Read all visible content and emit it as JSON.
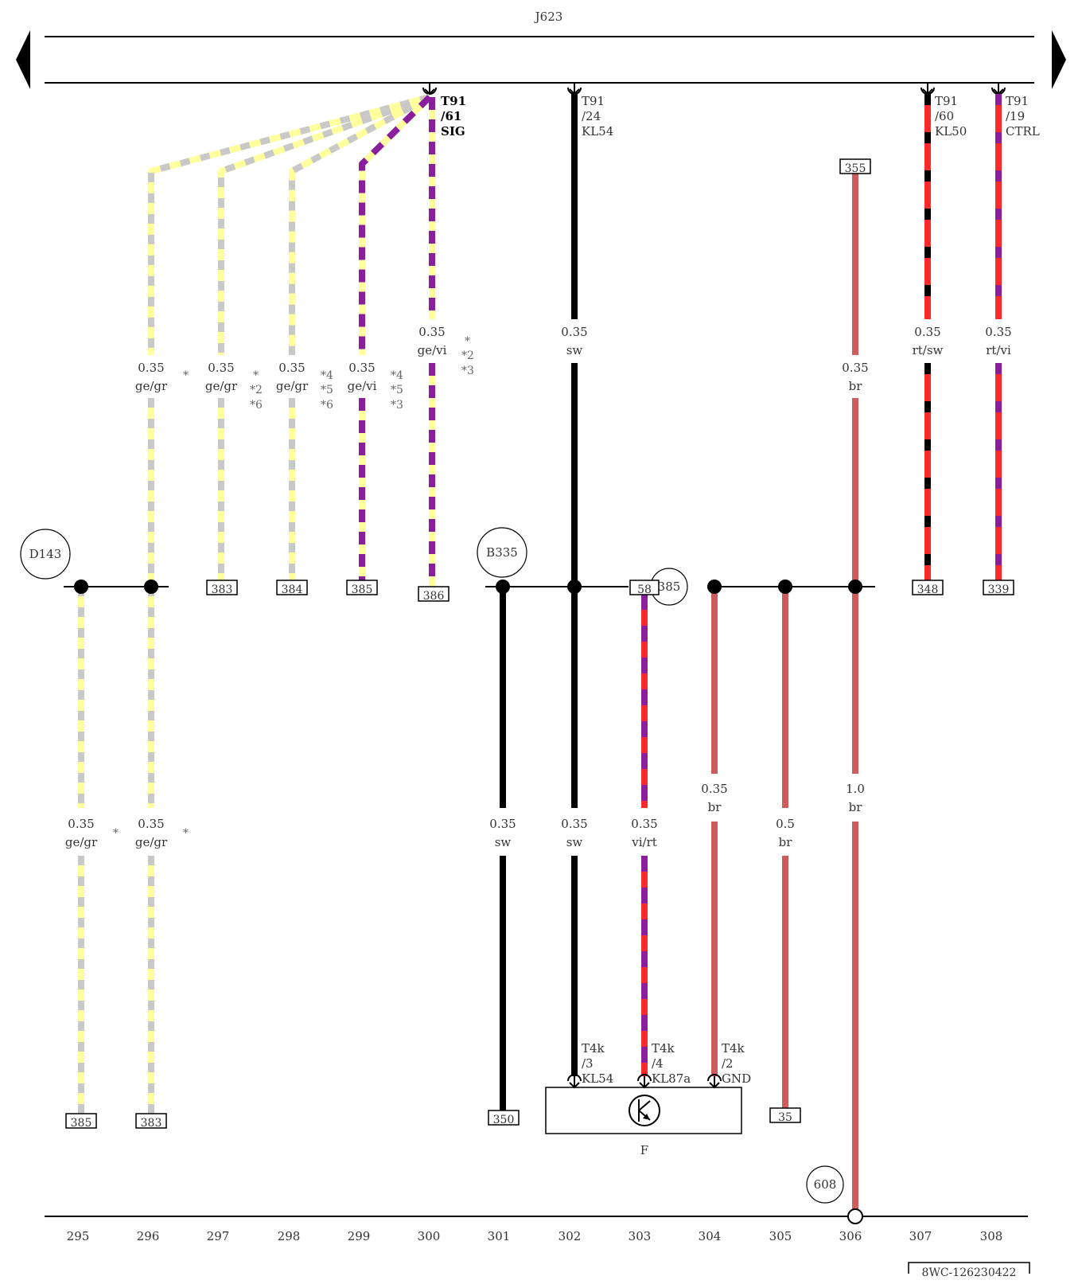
{
  "module_title": "J623",
  "colors": {
    "ge": "#ffff9e",
    "gr": "#c8c8c8",
    "vi": "#8b1e9c",
    "sw": "#000000",
    "rt": "#ff2a2a",
    "br": "#cd5c5c"
  },
  "top_pins": [
    {
      "name": "T91",
      "pin": "/61",
      "sig": "SIG",
      "bold": true
    },
    {
      "name": "T91",
      "pin": "/24",
      "sig": "KL54"
    },
    {
      "name": "T91",
      "pin": "/60",
      "sig": "KL50"
    },
    {
      "name": "T91",
      "pin": "/19",
      "sig": "CTRL"
    }
  ],
  "upper_wires": [
    {
      "size": "0.35",
      "color": "ge/gr",
      "note": [
        "*"
      ]
    },
    {
      "size": "0.35",
      "color": "ge/gr",
      "note": [
        "*",
        "*2",
        "*6"
      ]
    },
    {
      "size": "0.35",
      "color": "ge/gr",
      "note": [
        "*4",
        "*5",
        "*6"
      ]
    },
    {
      "size": "0.35",
      "color": "ge/vi",
      "note": [
        "*4",
        "*5",
        "*3"
      ]
    },
    {
      "size": "0.35",
      "color": "ge/vi",
      "note": [
        "*",
        "*2",
        "*3"
      ]
    },
    {
      "size": "0.35",
      "color": "sw"
    },
    {
      "size": "0.35",
      "color": "br"
    },
    {
      "size": "0.35",
      "color": "rt/sw"
    },
    {
      "size": "0.35",
      "color": "rt/vi"
    }
  ],
  "lower_wires": [
    {
      "size": "0.35",
      "color": "ge/gr",
      "note": [
        "*"
      ]
    },
    {
      "size": "0.35",
      "color": "ge/gr",
      "note": [
        "*"
      ]
    },
    {
      "size": "0.35",
      "color": "sw"
    },
    {
      "size": "0.35",
      "color": "sw"
    },
    {
      "size": "0.35",
      "color": "vi/rt"
    },
    {
      "size": "0.35",
      "color": "br"
    },
    {
      "size": "0.5",
      "color": "br"
    },
    {
      "size": "1.0",
      "color": "br"
    }
  ],
  "nodes": [
    "D143",
    "B335",
    "385",
    "608"
  ],
  "refs_mid": [
    "383",
    "384",
    "385",
    "386",
    "58",
    "355",
    "348",
    "339"
  ],
  "refs_bottom": [
    "385",
    "383",
    "350",
    "35"
  ],
  "component": {
    "label": "F",
    "pins": [
      {
        "name": "T4k",
        "pin": "/3",
        "sig": "KL54"
      },
      {
        "name": "T4k",
        "pin": "/4",
        "sig": "KL87a"
      },
      {
        "name": "T4k",
        "pin": "/2",
        "sig": "GND"
      }
    ]
  },
  "track_numbers": [
    "295",
    "296",
    "297",
    "298",
    "299",
    "300",
    "301",
    "302",
    "303",
    "304",
    "305",
    "306",
    "307",
    "308"
  ],
  "footer_code": "8WC-126230422"
}
